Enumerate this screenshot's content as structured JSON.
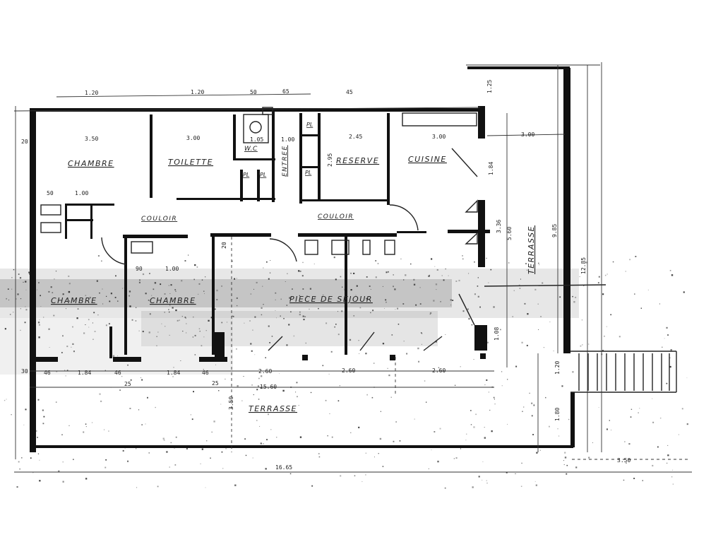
{
  "plan": {
    "rooms": {
      "chambre_1": "CHAMBRE",
      "toilette": "TOILETTE",
      "wc": "W.C",
      "entree": "ENTREE",
      "reserve": "RESERVE",
      "cuisine": "CUISINE",
      "couloir_1": "COULOIR",
      "couloir_2": "COULOIR",
      "chambre_2": "CHAMBRE",
      "chambre_3": "CHAMBRE",
      "sejour": "PIECE DE SEJOUR",
      "terrasse_side": "TERRASSE",
      "terrasse_front": "TERRASSE",
      "pl_1": "PL",
      "pl_2": "PL",
      "pl_3": "PL",
      "pl_4": "PL"
    },
    "dimensions": {
      "top_1": "1.20",
      "top_2": "1.20",
      "top_3": "50",
      "top_4": "65",
      "top_5": "45",
      "top_6": "1.25",
      "chambre_w": "3.50",
      "toilette_w": "3.00",
      "reserve_w": "2.45",
      "cuisine_w": "3.00",
      "terrasse_w": "3.00",
      "left_20": "20",
      "d_105": "1.05",
      "d_100": "1.00",
      "d_295": "2.95",
      "d_184": "1.84",
      "d_336": "3.36",
      "d_560": "5.60",
      "d_985": "9.85",
      "d_1285": "12.85",
      "d_50a": "50",
      "d_100a": "1.00",
      "d_90": "90",
      "d_100b": "1.00",
      "b_46a": "46",
      "b_184a": "1.84",
      "b_46b": "46",
      "b_184b": "1.84",
      "b_46c": "46",
      "b_260a": "2.60",
      "b_260b": "2.60",
      "b_260c": "2.60",
      "b_25a": "25",
      "b_25b": "25",
      "b_1560": "15.60",
      "b_350": "3.50",
      "b_1665": "16.65",
      "b_350r": "3.50",
      "v_120": "1.20",
      "v_180": "1.80",
      "v_108": "1.08",
      "v_20": "20",
      "v_30": "30"
    }
  }
}
